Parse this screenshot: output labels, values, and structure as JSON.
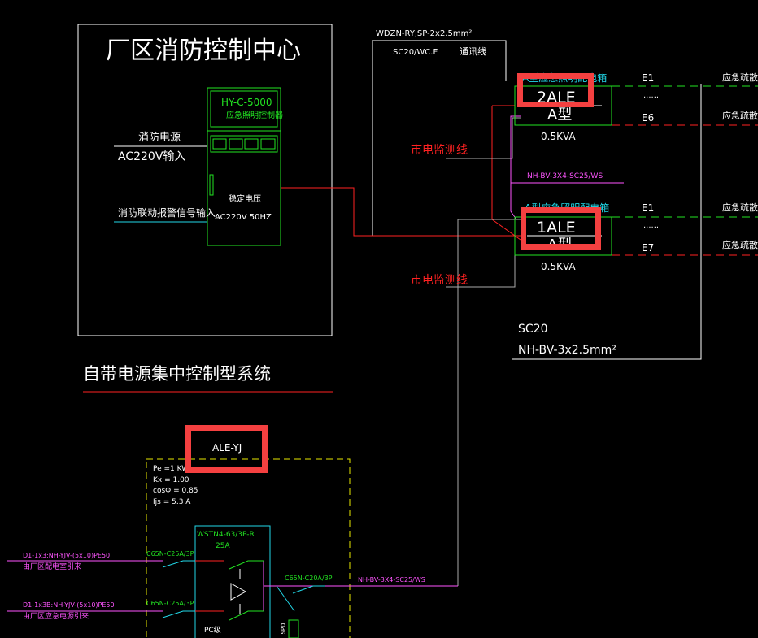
{
  "control_center": {
    "title": "厂区消防控制中心",
    "fire_power_label": "消防电源",
    "fire_power_input": "AC220V输入",
    "linkage_signal_input": "消防联动报警信号输入",
    "cabinet_model": "HY-C-5000",
    "cabinet_name": "应急照明控制器",
    "stable_voltage_label": "稳定电压",
    "stable_voltage_value": "AC220V 50HZ"
  },
  "comm_line": {
    "cable": "WDZN-RYJSP-2x2.5mm²",
    "conduit": "SC20/WC.F",
    "label": "通讯线"
  },
  "mains_monitor_label": "市电监测线",
  "panels": [
    {
      "caption": "A型应急照明配电箱",
      "id": "2ALE",
      "type": "A型",
      "capacity": "0.5KVA",
      "first_circuit": "E1",
      "ellipsis": "......",
      "last_circuit": "E6",
      "load": "应急疏散照明"
    },
    {
      "caption": "A型应急照明配电箱",
      "id": "1ALE",
      "type": "A型",
      "capacity": "0.5KVA",
      "first_circuit": "E1",
      "ellipsis": "......",
      "last_circuit": "E7",
      "load": "应急疏散照明"
    }
  ],
  "interconnect_cable": "NH-BV-3X4-SC25/WS",
  "branch_cable": {
    "conduit": "SC20",
    "cable": "NH-BV-3x2.5mm²"
  },
  "system_title": "自带电源集中控制型系统",
  "ale_yj": {
    "id": "ALE-YJ",
    "params": [
      "Pe =1 KW",
      "Kx = 1.00",
      "cosΦ = 0.85",
      "Ijs = 5.3 A"
    ],
    "ats_model": "WSTN4-63/3P-R",
    "ats_rating": "25A",
    "breaker_in1": "C65N-C25A/3P",
    "breaker_in2": "C65N-C25A/3P",
    "breaker_out": "C65N-C20A/3P",
    "ats_label": "PC级",
    "feeder1_cable": "D1-1x3:NH-YJV-(5x10)PE50",
    "feeder1_source": "由厂区配电室引来",
    "feeder2_cable": "D1-1x3B:NH-YJV-(5x10)PE50",
    "feeder2_source": "由厂区应急电源引来",
    "out_cable": "NH-BV-3X4-SC25/WS",
    "spd_label": "SPD"
  },
  "colors": {
    "highlight": "#f44040",
    "green": "#22e322",
    "red": "#ff2222",
    "cyan": "#22d8e8",
    "magenta": "#ff55ff",
    "yellow": "#e8e800"
  }
}
